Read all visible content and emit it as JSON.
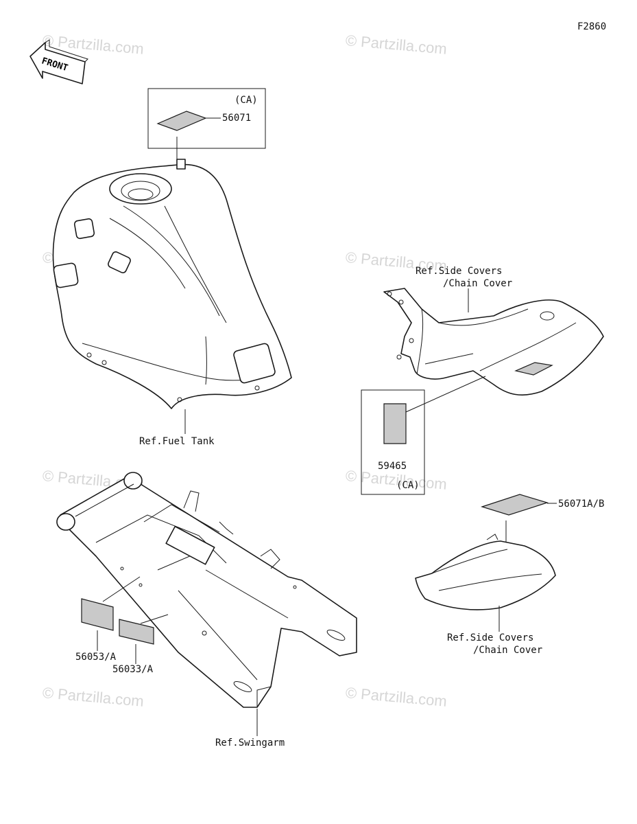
{
  "figure_code": "F2860",
  "front_arrow_label": "FRONT",
  "watermark_text": "© Partzilla.com",
  "parts": {
    "tank_decal": {
      "number": "56071",
      "qualifier": "(CA)"
    },
    "side_cover_label": {
      "number": "59465",
      "qualifier": "(CA)"
    },
    "chain_cover_decal": {
      "number": "56071A/B"
    },
    "swingarm_label_1": {
      "number": "56053/A"
    },
    "swingarm_label_2": {
      "number": "56033/A"
    }
  },
  "references": {
    "fuel_tank": "Ref.Fuel Tank",
    "side_covers_top_line1": "Ref.Side Covers",
    "side_covers_top_line2": "/Chain Cover",
    "side_covers_bottom_line1": "Ref.Side Covers",
    "side_covers_bottom_line2": "/Chain Cover",
    "swingarm": "Ref.Swingarm"
  },
  "colors": {
    "line": "#1a1a1a",
    "label_fill": "#c9c9c9",
    "watermark": "#d6d6d6"
  }
}
